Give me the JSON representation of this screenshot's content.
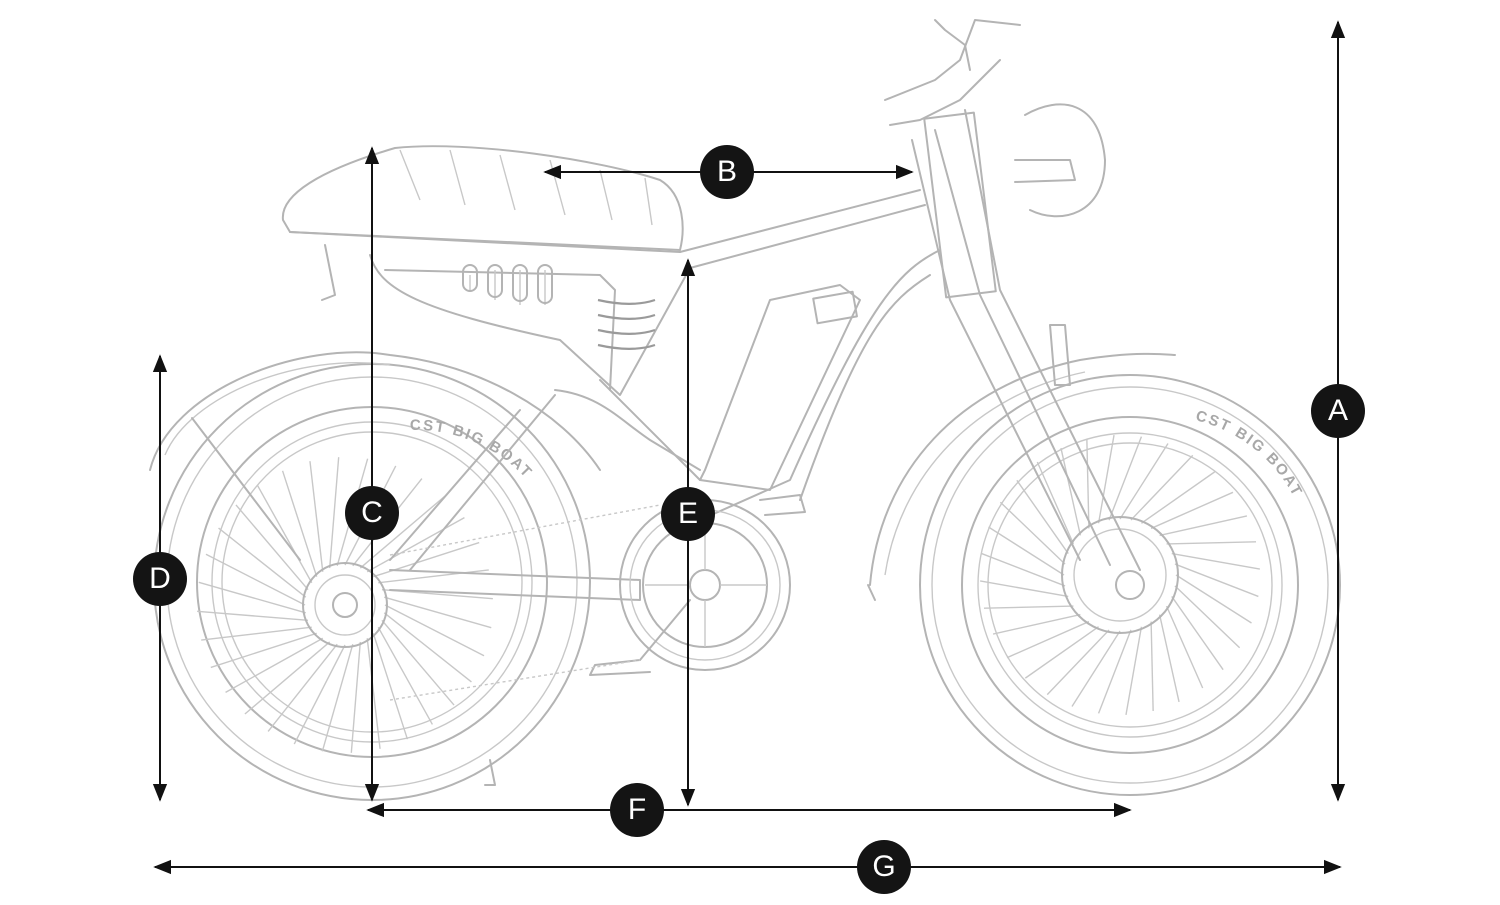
{
  "diagram": {
    "dimension_labels": [
      "A",
      "B",
      "C",
      "D",
      "E",
      "F",
      "G"
    ],
    "tire_print": "CST BIG BOAT",
    "colors": {
      "sketch_line": "#b4b4b4",
      "dimension_line": "#111111",
      "badge_fill": "#141414",
      "badge_text": "#ffffff",
      "background": "#ffffff"
    }
  }
}
